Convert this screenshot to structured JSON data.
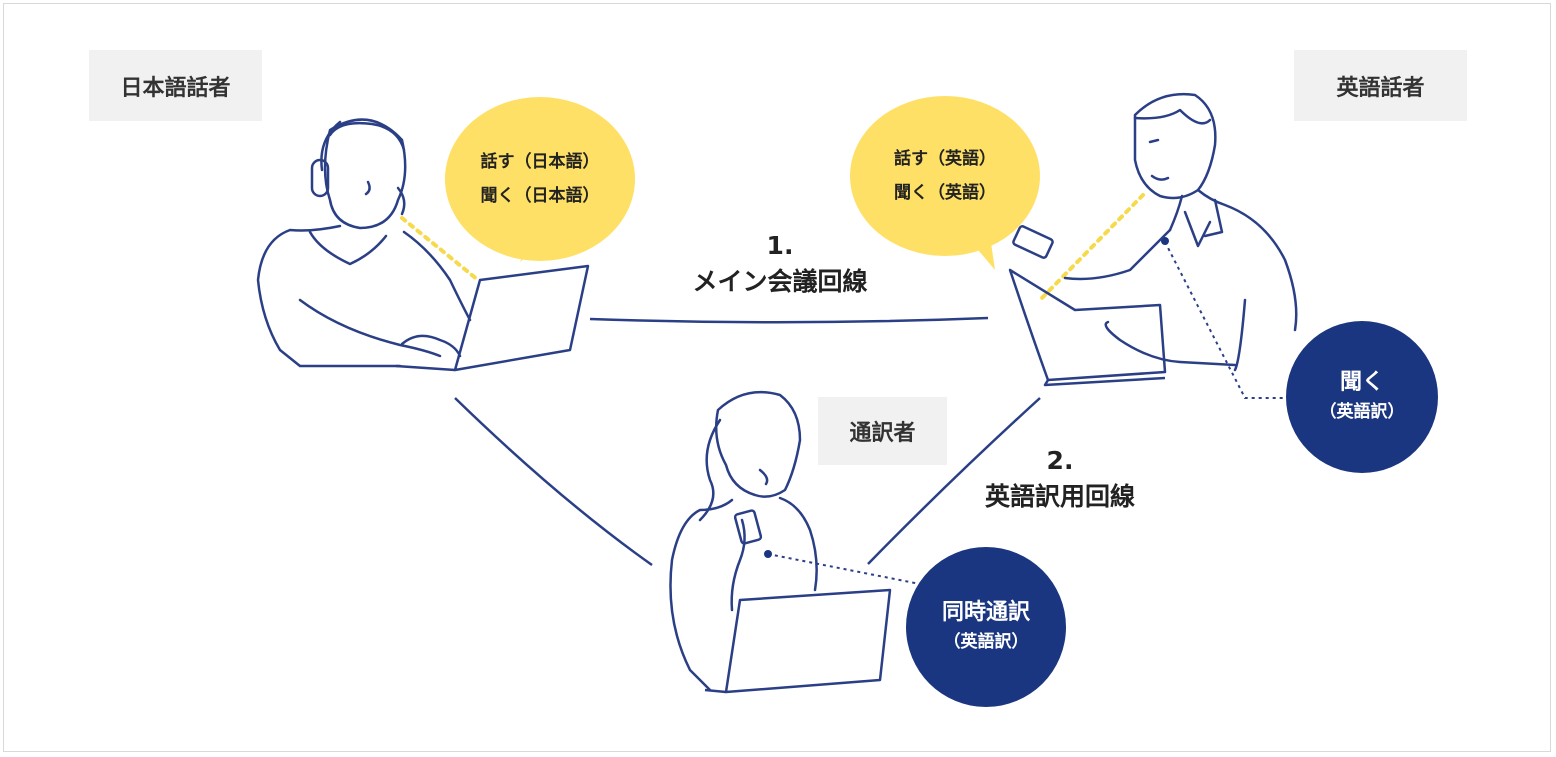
{
  "roles": {
    "japanese_speaker": "日本語話者",
    "english_speaker": "英語話者",
    "interpreter": "通訳者"
  },
  "bubbles": {
    "japanese": [
      "話す（日本語）",
      "聞く（日本語）"
    ],
    "english": [
      "話す（英語）",
      "聞く（英語）"
    ]
  },
  "circles": {
    "listen": {
      "main": "聞く",
      "sub": "（英語訳）"
    },
    "simultaneous": {
      "main": "同時通訳",
      "sub": "（英語訳）"
    }
  },
  "lines": {
    "main_meeting": {
      "number": "1.",
      "label": "メイン会議回線"
    },
    "english_translation": {
      "number": "2.",
      "label": "英語訳用回線"
    }
  },
  "colors": {
    "navy": "#1b3680",
    "yellow": "#ffe066",
    "line": "#2a3f86",
    "label_bg": "#f1f1f1",
    "dotted_yellow": "#f7d94c"
  }
}
